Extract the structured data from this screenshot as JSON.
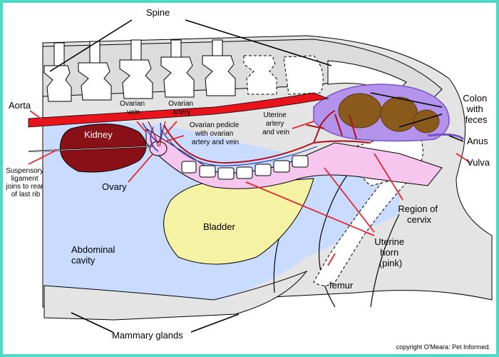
{
  "labels": {
    "spine": "Spine",
    "aorta": "Aorta",
    "kidney": "Kidney",
    "ovarian_vein": [
      "Ovarian",
      "vein"
    ],
    "ovarian_artery": [
      "Ovarian",
      "artery"
    ],
    "ovarian_pedicle": [
      "Ovarian pedicle",
      "with ovarian",
      "artery and vein"
    ],
    "uterine_artery_vein": [
      "Uterine",
      "artery",
      "and vein"
    ],
    "colon": [
      "Colon",
      "with",
      "feces"
    ],
    "anus": "Anus",
    "vulva": "Vulva",
    "suspensory_ligament": [
      "Suspensory",
      "ligament",
      "joins to rear",
      "of last rib"
    ],
    "ovary": "Ovary",
    "region_of_cervix": [
      "Region of",
      "cervix"
    ],
    "bladder": "Bladder",
    "uterine_horn": [
      "Uterine",
      "horn",
      "(pink)"
    ],
    "abdominal_cavity": [
      "Abdominal",
      "cavity"
    ],
    "femur": "femur",
    "mammary_glands": "Mammary glands"
  },
  "copyright": "copyright O'Meara: Pet Informed.",
  "colors": {
    "frame": "#4fd9c4",
    "body_grey": "#e4e4e4",
    "abdomen_blue": "#c9dcff",
    "bladder_yellow": "#f5f2a4",
    "uterus_pink": "#f6c6ee",
    "kidney": "#8a1018",
    "aorta": "#e8141c",
    "colon_purple": "#b493ec",
    "feces": "#8a5a1c",
    "leader_red": "#e8262f"
  }
}
